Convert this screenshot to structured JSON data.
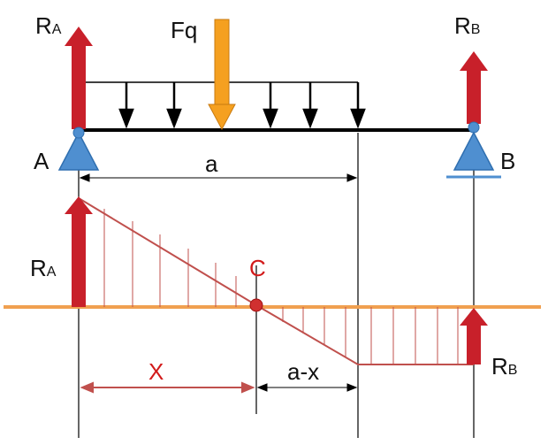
{
  "labels": {
    "ra_top": "R",
    "ra_top_sub": "A",
    "rb_top": "R",
    "rb_top_sub": "B",
    "fq": "Fq",
    "point_a": "A",
    "point_b": "B",
    "span_a": "a",
    "ra_shear": "R",
    "ra_shear_sub": "A",
    "point_c": "C",
    "rb_shear": "R",
    "rb_shear_sub": "B",
    "dim_x": "X",
    "dim_a_minus_x": "a-x"
  },
  "colors": {
    "reaction_arrow": "#c8202a",
    "force_arrow": "#f5a020",
    "axis_line": "#f0a050",
    "shear_line": "#c0504d",
    "support": "#4f8fd0",
    "label_red": "#d21a1a",
    "line": "#000000"
  },
  "icons": {
    "support_a": "pinned-support-triangle-icon",
    "support_b": "roller-support-triangle-icon"
  }
}
